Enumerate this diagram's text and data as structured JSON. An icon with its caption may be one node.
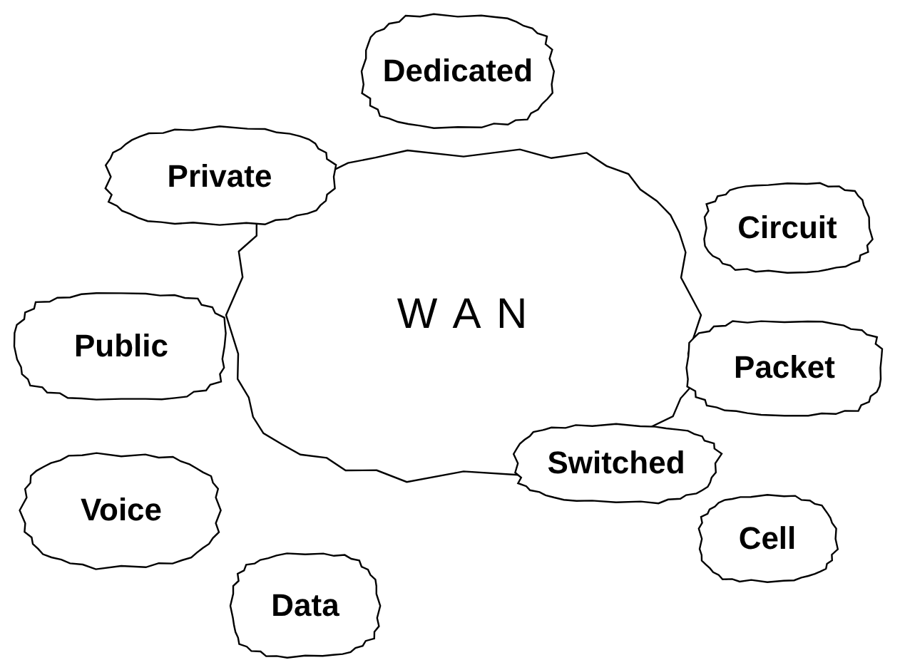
{
  "diagram": {
    "nodes": [
      {
        "text": [
          "Dedicated"
        ]
      },
      {
        "text": [
          "Private"
        ]
      },
      {
        "text": [
          "W A N"
        ]
      },
      {
        "text": [
          "Circuit"
        ]
      },
      {
        "text": [
          "Public"
        ]
      },
      {
        "text": [
          "Packet"
        ]
      },
      {
        "text": [
          "Switched"
        ]
      },
      {
        "text": [
          "Voice"
        ]
      },
      {
        "text": [
          "Cell"
        ]
      },
      {
        "text": [
          "Data"
        ]
      }
    ]
  }
}
